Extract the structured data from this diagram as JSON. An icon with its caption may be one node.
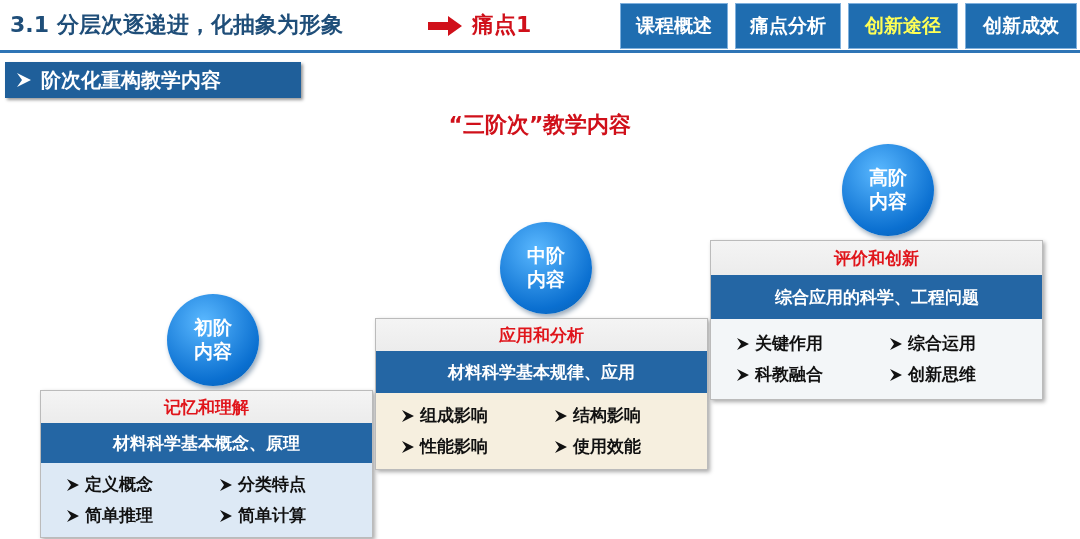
{
  "diagram": {
    "title": "3.1 分层次逐递进，化抽象为形象",
    "nodes": [
      {
        "text": [
          "课程概述"
        ]
      },
      {
        "text": [
          "痛点分析"
        ]
      },
      {
        "text": [
          "创新途径"
        ]
      },
      {
        "text": [
          "创新成效"
        ]
      },
      {
        "text": [
          "阶次化重构教学内容"
        ]
      },
      {
        "text": [
          "初阶内容"
        ]
      },
      {
        "text": [
          "记忆和理解"
        ]
      },
      {
        "text": [
          "材料科学基本概念、原理"
        ],
        "in": 6
      },
      {
        "text": [
          "定义概念",
          "分类特点",
          "简单推理",
          "简单计算"
        ],
        "in": 6
      },
      {
        "text": [
          "中阶内容"
        ]
      },
      {
        "text": [
          "应用和分析"
        ]
      },
      {
        "text": [
          "材料科学基本规律、应用"
        ],
        "in": 10
      },
      {
        "text": [
          "组成影响",
          "结构影响",
          "性能影响",
          "使用效能"
        ],
        "in": 10
      },
      {
        "text": [
          "高阶内容"
        ]
      },
      {
        "text": [
          "评价和创新"
        ]
      },
      {
        "text": [
          "综合应用的科学、工程问题"
        ],
        "in": 14
      },
      {
        "text": [
          "关键作用",
          "综合运用",
          "科教融合",
          "创新思维"
        ],
        "in": 14
      }
    ],
    "labels": [
      "痛点1",
      "“三阶次”教学内容"
    ]
  }
}
